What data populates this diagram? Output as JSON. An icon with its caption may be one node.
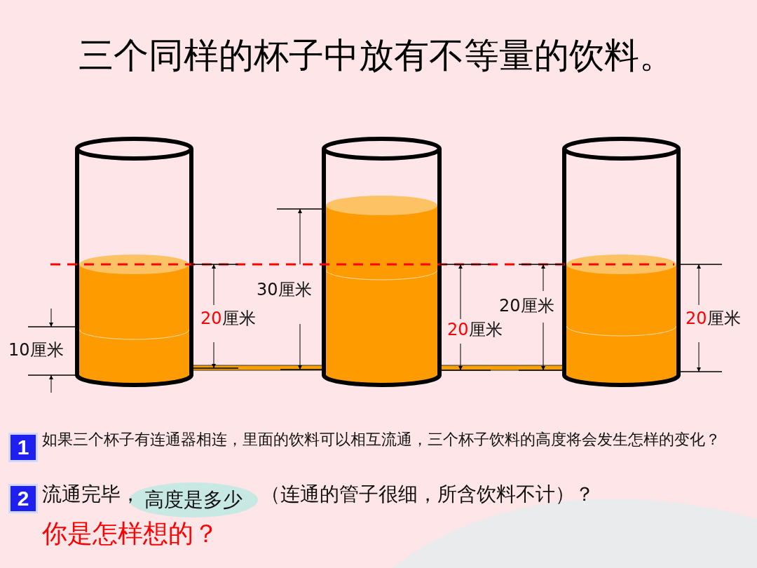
{
  "diagram": {
    "title": "三个同样的杯子中放有不等量的饮料。",
    "nodes": [
      {
        "text": [
          "1"
        ]
      },
      {
        "text": [
          "2"
        ]
      },
      {
        "text": [
          "高度是多少"
        ]
      }
    ],
    "labels": [
      "30厘米",
      "20厘米",
      "20厘米",
      "20厘米",
      "20厘米",
      "10厘米",
      "如果三个杯子有连通器相连，里面的饮料可以相互流通，三个杯子饮料的高度将会发生怎样的变化？",
      "流通完毕，",
      "（连通的管子很细，所含饮料不计）？",
      "你是怎样想的？"
    ]
  }
}
